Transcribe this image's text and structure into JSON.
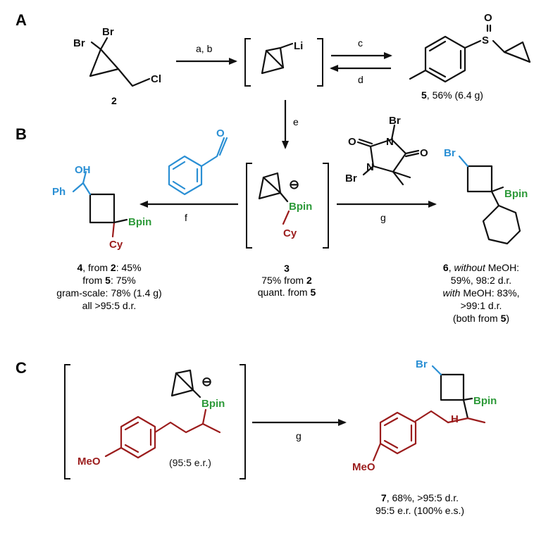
{
  "panels": {
    "a": "A",
    "b": "B",
    "c": "C"
  },
  "conditions": {
    "ab": "a, b",
    "c": "c",
    "d": "d",
    "e": "e",
    "f": "f",
    "g1": "g",
    "g2": "g"
  },
  "atoms": {
    "br1": "Br",
    "br2": "Br",
    "cl": "Cl",
    "li": "Li",
    "s": "S",
    "o_sulf": "O",
    "oh": "OH",
    "ph": "Ph",
    "o_ald": "O",
    "bpin_4": "Bpin",
    "cy_4": "Cy",
    "bpin_3": "Bpin",
    "cy_3": "Cy",
    "o_dbdmh1": "O",
    "o_dbdmh2": "O",
    "n1": "N",
    "n2": "N",
    "br_dbdmh1": "Br",
    "br_dbdmh2": "Br",
    "br_6": "Br",
    "bpin_6": "Bpin",
    "bpin_c": "Bpin",
    "meo_c": "MeO",
    "er_c": "(95:5 e.r.)",
    "br_7": "Br",
    "bpin_7": "Bpin",
    "h_7": "H",
    "meo_7": "MeO",
    "minus": "⊖"
  },
  "compound_labels": {
    "c2": "2",
    "c5": {
      "num": "5",
      "rest": ", 56% (6.4 g)"
    },
    "c3": {
      "num": "3",
      "line2_pre": "75% from ",
      "line2_num": "2",
      "line3_pre": "quant. from ",
      "line3_num": "5"
    },
    "c4": {
      "num": "4",
      "l1": ", from ",
      "l1b": "2",
      "l1c": ": 45%",
      "l2": "from ",
      "l2b": "5",
      "l2c": ": 75%",
      "l3": "gram-scale: 78% (1.4 g)",
      "l4": "all >95:5 d.r."
    },
    "c6": {
      "num": "6",
      "l1a": ", ",
      "l1it": "without",
      "l1b": " MeOH:",
      "l2": "59%, 98:2 d.r.",
      "l3it": "with",
      "l3b": " MeOH: 83%,",
      "l4": ">99:1 d.r.",
      "l5a": "(both from ",
      "l5b": "5",
      "l5c": ")"
    },
    "c7": {
      "num": "7",
      "l1": ", 68%, >95:5 d.r.",
      "l2": "95:5 e.r. (100% e.s.)"
    }
  },
  "colors": {
    "blue": "#2a8fd4",
    "green": "#2e9a3a",
    "red": "#9b1c1c",
    "black": "#111111"
  }
}
